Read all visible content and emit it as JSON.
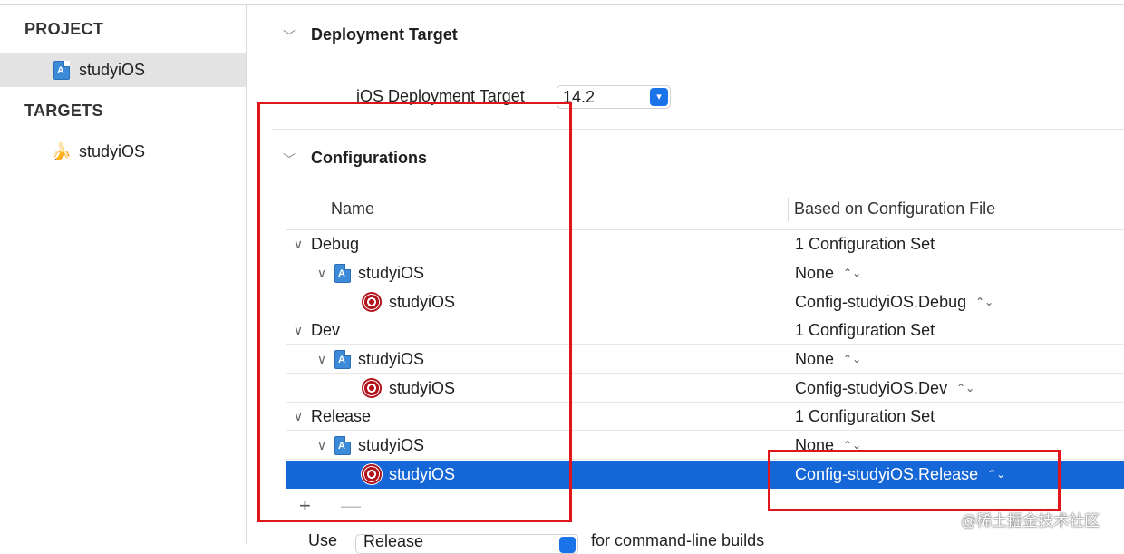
{
  "sidebar": {
    "project_heading": "PROJECT",
    "project_item": {
      "label": "studyiOS",
      "icon": "xcode-project-icon"
    },
    "targets_heading": "TARGETS",
    "target_item": {
      "label": "studyiOS",
      "icon": "banana-app-icon"
    }
  },
  "deployment": {
    "title": "Deployment Target",
    "label": "iOS Deployment Target",
    "value": "14.2"
  },
  "configurations": {
    "title": "Configurations",
    "col_name": "Name",
    "col_based": "Based on Configuration File",
    "groups": [
      {
        "name": "Debug",
        "based": "1 Configuration Set",
        "project": {
          "name": "studyiOS",
          "based": "None"
        },
        "target": {
          "name": "studyiOS",
          "based": "Config-studyiOS.Debug"
        }
      },
      {
        "name": "Dev",
        "based": "1 Configuration Set",
        "project": {
          "name": "studyiOS",
          "based": "None"
        },
        "target": {
          "name": "studyiOS",
          "based": "Config-studyiOS.Dev"
        }
      },
      {
        "name": "Release",
        "based": "1 Configuration Set",
        "project": {
          "name": "studyiOS",
          "based": "None"
        },
        "target": {
          "name": "studyiOS",
          "based": "Config-studyiOS.Release"
        }
      }
    ],
    "add_label": "+",
    "remove_label": "—"
  },
  "bottom": {
    "prefix": "Use",
    "select_value": "Release",
    "suffix": "for command-line builds"
  },
  "watermark": "@稀土掘金技术社区",
  "colors": {
    "selection": "#1566d6",
    "annotation_red": "#e0161b",
    "accent": "#1a73e8"
  }
}
